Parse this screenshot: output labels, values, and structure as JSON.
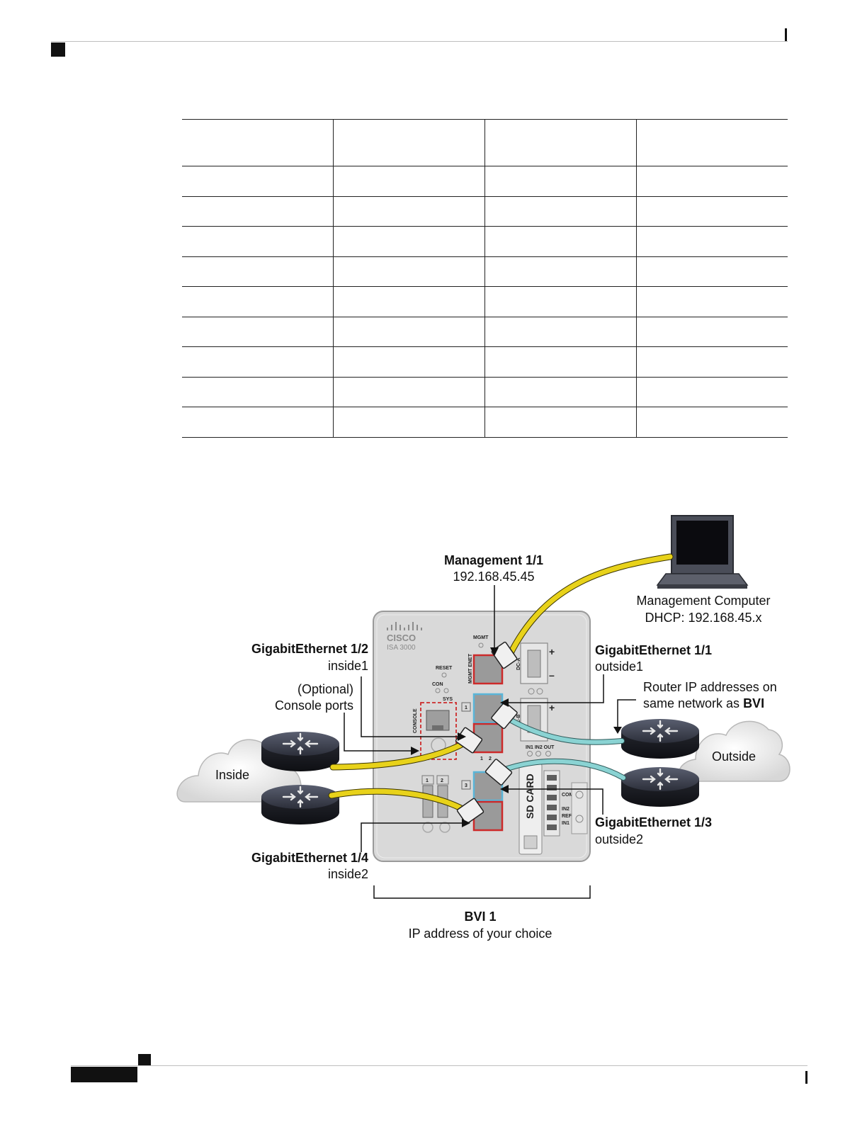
{
  "table": {
    "rows": [
      [
        "",
        "",
        "",
        ""
      ],
      [
        "",
        "",
        "",
        ""
      ],
      [
        "",
        "",
        "",
        ""
      ],
      [
        "",
        "",
        "",
        ""
      ],
      [
        "",
        "",
        "",
        ""
      ],
      [
        "",
        "",
        "",
        ""
      ],
      [
        "",
        "",
        "",
        ""
      ],
      [
        "",
        "",
        "",
        ""
      ],
      [
        "",
        "",
        "",
        ""
      ],
      [
        "",
        "",
        "",
        ""
      ]
    ]
  },
  "diagram": {
    "management": {
      "name": "Management 1/1",
      "ip": "192.168.45.45"
    },
    "computer": {
      "name": "Management Computer",
      "ip": "DHCP: 192.168.45.x"
    },
    "ge12": {
      "name": "GigabitEthernet 1/2",
      "role": "inside1"
    },
    "ge11": {
      "name": "GigabitEthernet 1/1",
      "role": "outside1"
    },
    "console": {
      "line1": "(Optional)",
      "line2": "Console ports"
    },
    "router_note": {
      "line1": "Router IP addresses on",
      "line2_prefix": "same network as ",
      "line2_bold": "BVI"
    },
    "clouds": {
      "inside": "Inside",
      "outside": "Outside"
    },
    "ge13": {
      "name": "GigabitEthernet 1/3",
      "role": "outside2"
    },
    "ge14": {
      "name": "GigabitEthernet 1/4",
      "role": "inside2"
    },
    "bvi": {
      "name": "BVI 1",
      "desc": "IP address of your choice"
    },
    "device": {
      "brand": "CISCO",
      "model": "ISA 3000",
      "mgmt": "MGMT",
      "mgmt_enet": "MGMT ENET",
      "reset": "RESET",
      "con": "CON",
      "sys": "SYS",
      "console": "CONSOLE",
      "dc_a": "DC-A",
      "dc_b": "DC-B",
      "sd_card": "SD CARD",
      "in_out": "IN1 IN2 OUT",
      "com": "COM",
      "in2": "IN2",
      "ref": "REF",
      "in1": "IN1",
      "port1": "1",
      "port2": "2",
      "port3": "3",
      "usb1": "1",
      "usb2": "2",
      "plus": "+",
      "minus": "–"
    }
  },
  "colors": {
    "cable_yellow": "#e8d21a",
    "cable_cyan": "#8ad3d3",
    "port_red": "#cc2a2a",
    "port_blue": "#5ab5d8",
    "device_body": "#d9d9d9"
  }
}
